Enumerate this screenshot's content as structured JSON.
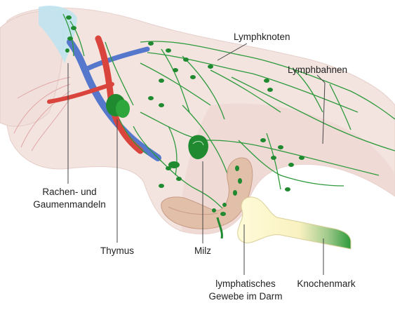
{
  "labels": {
    "lymphknoten": "Lymphknoten",
    "lymphbahnen": "Lymphbahnen",
    "rachen_line1": "Rachen- und",
    "rachen_line2": "Gaumenmandeln",
    "thymus": "Thymus",
    "milz": "Milz",
    "darm_line1": "lymphatisches",
    "darm_line2": "Gewebe im Darm",
    "knochenmark": "Knochenmark"
  },
  "colors": {
    "lymph": "#2e9a3c",
    "node": "#1f8a30",
    "vein": "#5577cc",
    "artery": "#d9453c",
    "skin": "#f3e4e0",
    "pointer": "#444444"
  }
}
